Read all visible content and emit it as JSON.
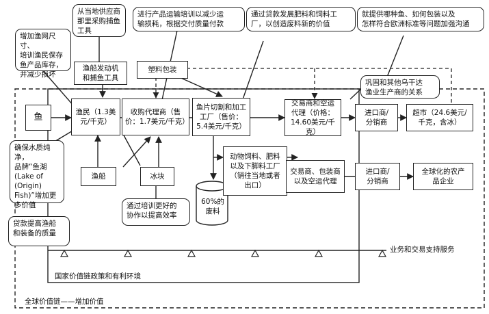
{
  "nodes": {
    "fish": "鱼",
    "fishermen": "渔民（1.3美\n元/千克）",
    "boat_engines": "渔船发动机\n和捕鱼工具",
    "plastic_packaging": "塑料包装",
    "collection_agents": "收购代理商（售\n价：1.7美元/千克）",
    "processing_plant": "鱼片切割和加工\n工厂（售价：\n5.4美元/千克）",
    "traders_air_agents": "交易商和空运\n代理（价格：\n14.60美元/千克）",
    "importers_1": "进口商/\n分销商",
    "supermarket": "超市（24.6美元/\n千克，含冰）",
    "boats": "渔船",
    "ice": "冰块",
    "feed_plants": "动物饲料、肥料\n以及下脚料工厂\n（销往当地或者\n出口）",
    "waste": "60%的\n废料",
    "traders_packers": "交易商、包装商\n以及空运代理",
    "importers_2": "进口商/\n分销商",
    "global_agri": "全球化的农产\n品企业"
  },
  "callouts": {
    "nets_training": "增加渔网尺寸、\n培训渔民保存\n鱼产品库存，\n并减少损坏",
    "buy_local": "从当地供应商\n那里采购捕鱼\n工具",
    "transport_training": "进行产品运输培训以减少运\n输损耗，根据交付质量付款",
    "loans_feed": "通过贷款发展肥料和饲料工\n厂，以创造废料新的价值",
    "eu_standards": "就提供哪种鱼、如何包装以及\n怎样符合欧洲标准等问题加强沟通",
    "uganda_relations": "巩固和其他乌干达\n渔业生产商的关系",
    "water_quality": "确保水质纯净，\n品牌“鱼湖\n(Lake of (Origin)\nFish)”增加更\n多价值",
    "loans_boats": "贷款提高渔船\n和装备的质量",
    "better_coordination": "通过培训更好的\n协作以提高效率"
  },
  "labels": {
    "support_services": "业务和交易支持服务",
    "national_policy": "国家价值链政策和有利环境",
    "global_chain": "全球价值链——增加价值"
  }
}
